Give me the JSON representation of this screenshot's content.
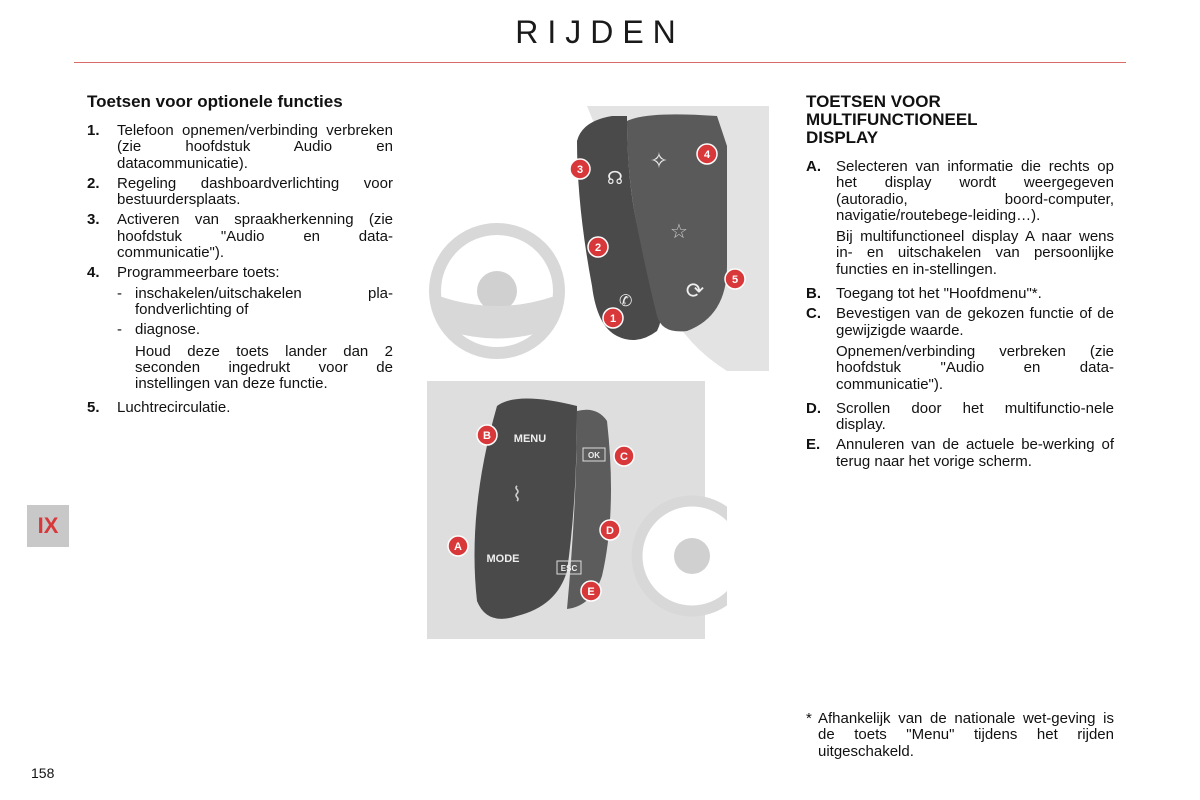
{
  "header": {
    "title": "RIJDEN"
  },
  "chapter_tab": "IX",
  "page_number": "158",
  "left": {
    "heading": "Toetsen voor optionele functies",
    "items": [
      {
        "key": "1.",
        "text": "Telefoon opnemen/verbinding verbreken (zie hoofdstuk Audio en datacommunicatie)."
      },
      {
        "key": "2.",
        "text": "Regeling dashboardverlichting voor bestuurdersplaats."
      },
      {
        "key": "3.",
        "text": "Activeren van spraakherkenning (zie hoofdstuk \"Audio en data-communicatie\")."
      },
      {
        "key": "4.",
        "text": "Programmeerbare toets:",
        "subitems": [
          "inschakelen/uitschakelen pla-fondverlichting of",
          "diagnose."
        ],
        "dash": "-",
        "note": "Houd deze toets lander dan 2 seconden ingedrukt voor de instellingen van deze functie."
      },
      {
        "key": "5.",
        "text": "Luchtrecirculatie."
      }
    ]
  },
  "right": {
    "heading": "TOETSEN VOOR MULTIFUNCTIONEEL DISPLAY",
    "items": [
      {
        "key": "A.",
        "text": "Selecteren van informatie die rechts op het display wordt weergegeven (autoradio, boord-computer, navigatie/routebege-leiding…).",
        "note": "Bij multifunctioneel display A naar wens in- en uitschakelen van persoonlijke functies en in-stellingen."
      },
      {
        "key": "B.",
        "text": "Toegang tot het \"Hoofdmenu\"*."
      },
      {
        "key": "C.",
        "text": "Bevestigen van de gekozen functie of de gewijzigde waarde.",
        "note": "Opnemen/verbinding verbreken (zie hoofdstuk \"Audio en data-communicatie\")."
      },
      {
        "key": "D.",
        "text": "Scrollen door het multifunctio-nele display."
      },
      {
        "key": "E.",
        "text": "Annuleren van de actuele be-werking of terug naar het vorige scherm."
      }
    ],
    "footnote": {
      "star": "*",
      "text": "Afhankelijk van de nationale wet-geving is de toets \"Menu\" tijdens het rijden uitgeschakeld."
    }
  },
  "figure_top": {
    "callouts": [
      "1",
      "2",
      "3",
      "4",
      "5"
    ]
  },
  "figure_bottom": {
    "callouts": [
      "A",
      "B",
      "C",
      "D",
      "E"
    ],
    "button_labels": {
      "menu": "MENU",
      "mode": "MODE",
      "ok": "OK",
      "esc": "ESC"
    }
  },
  "colors": {
    "accent": "#d9383a",
    "rule": "#d86a6a",
    "tab": "#c8c8c8"
  }
}
